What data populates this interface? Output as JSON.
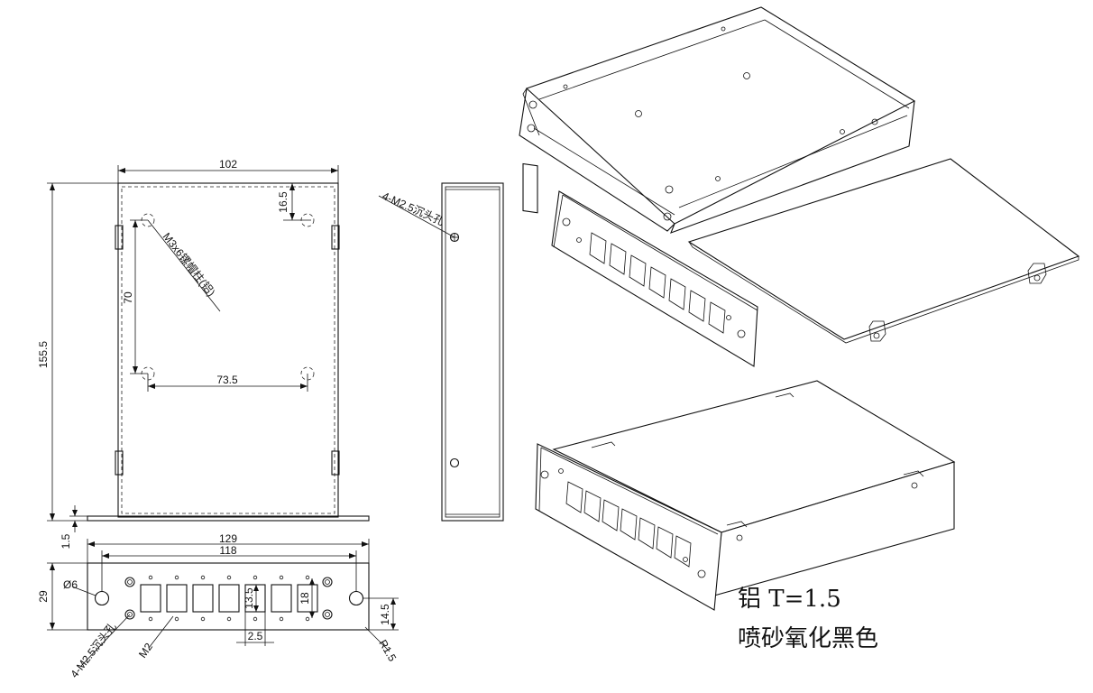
{
  "dimensions": {
    "width_top": "102",
    "height_left": "155.5",
    "top_offset": "16.5",
    "hole_spacing_v": "70",
    "hole_spacing_h": "73.5",
    "plate_thickness": "1.5",
    "panel_width": "129",
    "panel_inner": "118",
    "panel_height": "29",
    "hole_dia": "Ø6",
    "port_h": "13.5",
    "port_h2": "18",
    "port_pitch": "2.5",
    "edge_to_hole": "14.5",
    "corner_radius": "R1.5",
    "screw_m2": "M2"
  },
  "callouts": {
    "standoff": "M3x6镙帽柱(铝)",
    "countersink_side": "4-M2.5沉头孔",
    "countersink_front": "4-M2.5沉头孔"
  },
  "notes": {
    "material": "铝 T=1.5",
    "finish": "喷砂氧化黑色"
  }
}
